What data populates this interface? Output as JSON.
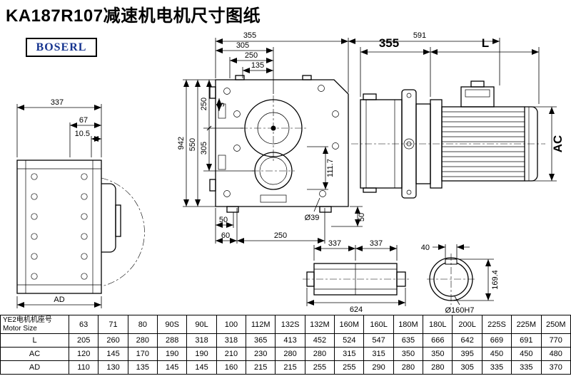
{
  "title": "KA187R107减速机电机尺寸图纸",
  "logo": "BOSERL",
  "dims": {
    "left_337": "337",
    "left_67": "67",
    "left_10_5": "10.5",
    "left_AD": "AD",
    "front_355": "355",
    "front_591": "591",
    "front_305_top": "305",
    "front_250_top": "250",
    "front_135": "135",
    "front_250_left": "250",
    "front_5": "5",
    "front_305_left": "305",
    "front_550": "550",
    "front_942": "942",
    "front_111_7": "111.7",
    "front_50_a": "50",
    "front_60": "60",
    "front_250_bottom": "250",
    "front_dia39": "Ø39",
    "front_50_b": "50",
    "side_355": "355",
    "side_L": "L",
    "side_AC": "AC",
    "shaft_337_a": "337",
    "shaft_337_b": "337",
    "shaft_624": "624",
    "bore_40": "40",
    "bore_169_4": "169.4",
    "bore_dia160": "Ø160H7"
  },
  "table": {
    "header_cn": "YE2电机机座号",
    "header_en": "Motor Size",
    "columns": [
      "63",
      "71",
      "80",
      "90S",
      "90L",
      "100",
      "112M",
      "132S",
      "132M",
      "160M",
      "160L",
      "180M",
      "180L",
      "200L",
      "225S",
      "225M",
      "250M"
    ],
    "rows": [
      {
        "label": "L",
        "values": [
          "205",
          "260",
          "280",
          "288",
          "318",
          "318",
          "365",
          "413",
          "452",
          "524",
          "547",
          "635",
          "666",
          "642",
          "669",
          "691",
          "770"
        ]
      },
      {
        "label": "AC",
        "values": [
          "120",
          "145",
          "170",
          "190",
          "190",
          "210",
          "230",
          "280",
          "280",
          "315",
          "315",
          "350",
          "350",
          "395",
          "450",
          "450",
          "480"
        ]
      },
      {
        "label": "AD",
        "values": [
          "110",
          "130",
          "135",
          "145",
          "145",
          "160",
          "215",
          "215",
          "255",
          "255",
          "290",
          "280",
          "280",
          "305",
          "335",
          "335",
          "370"
        ]
      }
    ]
  }
}
